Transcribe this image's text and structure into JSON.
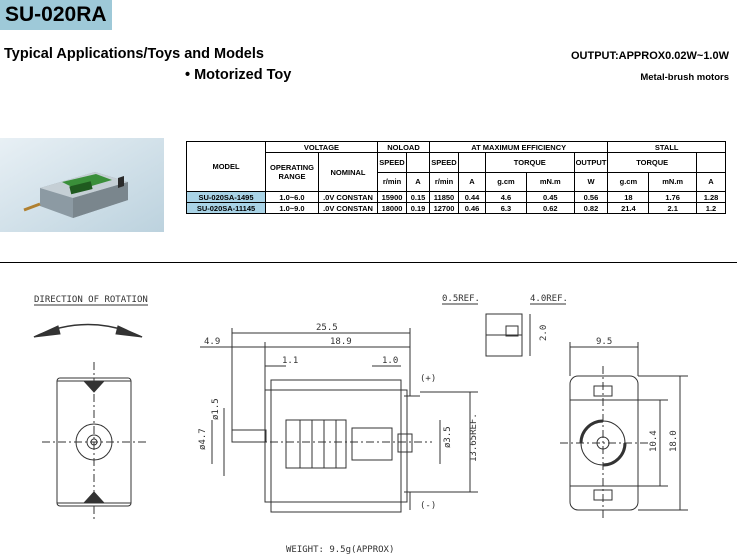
{
  "header": {
    "model_title": "SU-020RA",
    "application_label": "Typical Applications/Toys and Models",
    "application_item": "• Motorized Toy",
    "output_label": "OUTPUT:APPROX0.02W~1.0W",
    "motor_type": "Metal-brush motors"
  },
  "spec_table": {
    "group_voltage": "VOLTAGE",
    "group_noload": "NOLOAD",
    "group_max_eff": "AT MAXIMUM EFFICIENCY",
    "group_stall": "STALL",
    "col_model": "MODEL",
    "col_operating_range": "OPERATING RANGE",
    "col_nominal": "NOMINAL",
    "col_speed": "SPEED",
    "col_speed2": "SPEED",
    "col_torque": "TORQUE",
    "col_output": "OUTPUT",
    "col_stall_torque": "TORQUE",
    "units": [
      "r/min",
      "A",
      "r/min",
      "A",
      "g.cm",
      "mN.m",
      "W",
      "g.cm",
      "mN.m",
      "A"
    ],
    "rows": [
      {
        "model": "SU-020SA-1495",
        "range": "1.0~6.0",
        "nominal": ".0V CONSTAN",
        "nl_speed": "15900",
        "nl_current": "0.15",
        "me_speed": "11850",
        "me_current": "0.44",
        "me_torque_gcm": "4.6",
        "me_torque_mnm": "0.45",
        "me_output": "0.56",
        "st_torque_gcm": "18",
        "st_torque_mnm": "1.76",
        "st_current": "1.28"
      },
      {
        "model": "SU-020SA-11145",
        "range": "1.0~9.0",
        "nominal": ".0V CONSTAN",
        "nl_speed": "18000",
        "nl_current": "0.19",
        "me_speed": "12700",
        "me_current": "0.46",
        "me_torque_gcm": "6.3",
        "me_torque_mnm": "0.62",
        "me_output": "0.82",
        "st_torque_gcm": "21.4",
        "st_torque_mnm": "2.1",
        "st_current": "1.2"
      }
    ]
  },
  "drawing": {
    "rotation_label": "DIRECTION OF ROTATION",
    "dim_25_5": "25.5",
    "dim_4_9": "4.9",
    "dim_18_9": "18.9",
    "dim_1_1": "1.1",
    "dim_1_0": "1.0",
    "dim_d1_5": "ø1.5",
    "dim_d4_7": "ø4.7",
    "dim_d3_5": "ø3.5",
    "dim_13_65ref": "13.65REF.",
    "plus": "(+)",
    "minus": "(-)",
    "dim_0_5ref": "0.5REF.",
    "dim_4_0ref": "4.0REF.",
    "dim_2_0": "2.0",
    "dim_9_5": "9.5",
    "dim_10_4": "10.4",
    "dim_18_0": "18.0",
    "weight": "WEIGHT: 9.5g(APPROX)"
  }
}
